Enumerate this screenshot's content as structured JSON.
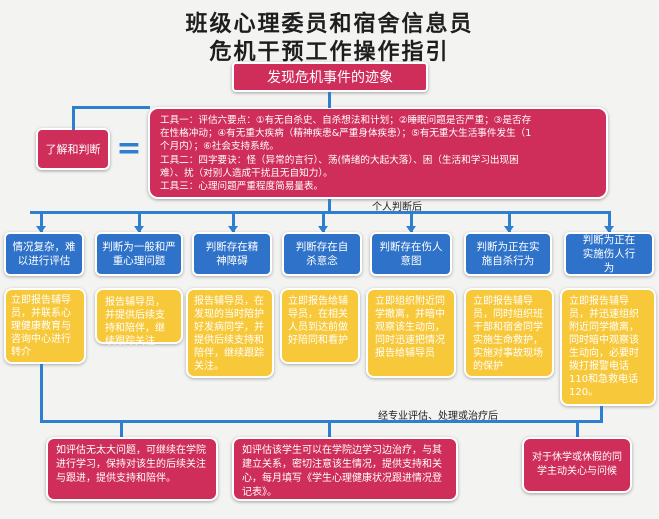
{
  "title": {
    "line1": "班级心理委员和宿舍信息员",
    "line2": "危机干预工作操作指引"
  },
  "discover": "发现危机事件的迹象",
  "understand": "了解和判断",
  "equals_sign": "=",
  "tools": {
    "line1": "工具一：评估六要点：①有无自杀史、自杀想法和计划；②睡眠问题是否严重；③是否存",
    "line2": "在性格冲动；④有无重大疾病（精神疾患&严重身体疾患）；⑤有无重大生活事件发生（1",
    "line3": "个月内）；⑥社会支持系统。",
    "line4": "工具二：四字要诀：怪（异常的言行）、荡(情绪的大起大落）、困（生活和学习出现困",
    "line5": "难）、扰（对别人造成干扰且无自知力）。",
    "line6": "工具三：心理问题严重程度简易量表。"
  },
  "note_personal": "个人判断后",
  "judgments": [
    "情况复杂，难以进行评估",
    "判断为一般和严重心理问题",
    "判断存在精神障碍",
    "判断存在自杀意念",
    "判断存在伤人意图",
    "判断为正在实施自杀行为",
    "判断为正在实施伤人行为"
  ],
  "actions": [
    "立即报告辅导员，并联系心理健康教育与咨询中心进行转介",
    "报告辅导员，并提供后续支持和陪伴，继续跟踪关注",
    "报告辅导员，在发现的当时陪护好发病同学，并提供后续支持和陪伴，继续跟踪关注。",
    "立即报告给辅导员，在相关人员到达前做好陪同和看护",
    "立即组织附近同学撤离，并暗中观察该生动向，同时迅速把情况报告给辅导员",
    "立即报告辅导员，同时组织班干部和宿舍同学实施生命救护，实施对事故现场的保护",
    "立即报告辅导员，并迅速组织附近同学撤离，同时暗中观察该生动向，必要时拨打报警电话110和急救电话120。"
  ],
  "note_professional": "经专业评估、处理或治疗后",
  "outcomes": [
    "如评估无太大问题，可继续在学院进行学习，保持对该生的后续关注与跟进，提供支持和陪伴。",
    "如评估该学生可以在学院边学习边治疗，与其建立关系，密切注意该生情况，提供支持和关心，每月填写《学生心理健康状况跟进情况登记表》。",
    "对于休学或休假的同学主动关心与问候"
  ],
  "colors": {
    "red": "#cf2d5a",
    "blue": "#2f72c9",
    "yellow": "#f7c83a",
    "connector": "#2e7fcf"
  }
}
